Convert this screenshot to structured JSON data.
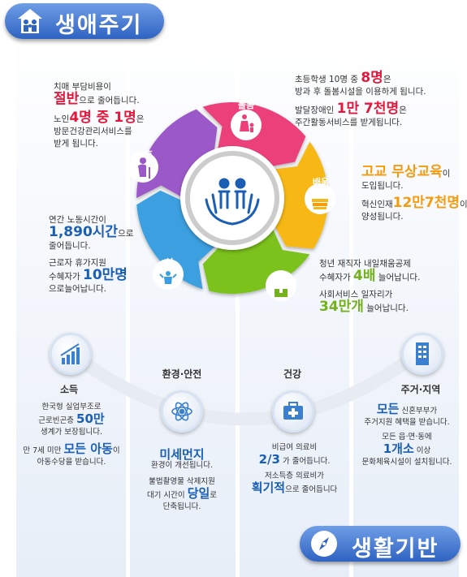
{
  "header": {
    "title": "생애주기"
  },
  "footer": {
    "title": "생활기반"
  },
  "cycle": {
    "segments": [
      {
        "label": "돌봄",
        "color": "#ec407a"
      },
      {
        "label": "배움",
        "color": "#f7b813"
      },
      {
        "label": "일",
        "color": "#7cc21e"
      },
      {
        "label": "쉼",
        "color": "#3a9fe0"
      },
      {
        "label": "노후",
        "color": "#9b59c8"
      }
    ]
  },
  "care": {
    "l1a": "초등학생 10명 중 ",
    "l1b": "8명",
    "l1c": "은",
    "l2": "방과 후 돌봄시설을 이용하게 됩니다.",
    "l3a": "발달장애인 ",
    "l3b": "1만 7천명",
    "l3c": "은",
    "l4": "주간활동서비스를 받게됩니다."
  },
  "elder": {
    "l1": "치매 부담비용이",
    "l2a": "절반",
    "l2b": "으로 줄어듭니다.",
    "l3a": "노인",
    "l3b": "4명 중 1명",
    "l3c": "은",
    "l4": "방문건강관리서비스를",
    "l5": "받게 됩니다."
  },
  "learn": {
    "l1a": "고교 무상교육",
    "l1b": "이",
    "l2": "도입됩니다.",
    "l3a": "혁신인재",
    "l3b": "12만7천명",
    "l3c": "이",
    "l4": "양성됩니다."
  },
  "rest": {
    "l1": "연간 노동시간이",
    "l2a": "1,890시간",
    "l2b": "으로",
    "l3": "줄어듭니다.",
    "l4": "근로자 휴가지원",
    "l5a": "수혜자가 ",
    "l5b": "10만명",
    "l6": "으로늘어납니다."
  },
  "work": {
    "l1": "청년 재직자 내일채움공제",
    "l2a": "수혜자가 ",
    "l2b": "4배",
    "l2c": " 늘어납니다.",
    "l3": "사회서비스 일자리가",
    "l4a": "34만개",
    "l4b": " 늘어납니다."
  },
  "income": {
    "label": "소득",
    "l1": "한국형 실업부조로",
    "l2a": "근로빈곤층 ",
    "l2b": "50만",
    "l3": "생계가 보장됩니다.",
    "l4a": "만 7세 미만 ",
    "l4b": "모든 아동",
    "l4c": "이",
    "l5": "아동수당을 받습니다."
  },
  "env": {
    "label": "환경·안전",
    "l1": "미세먼지",
    "l2": "환경이 개선됩니다.",
    "l3": "불법촬영물 삭제지원",
    "l4a": "대기 시간이 ",
    "l4b": "당일",
    "l4c": "로",
    "l5": "단축됩니다."
  },
  "health": {
    "label": "건강",
    "l1": "비급여 의료비",
    "l2a": "2/3",
    "l2b": " 가 줄어듭니다.",
    "l3": "저소득층 의료비가",
    "l4a": "획기적",
    "l4b": "으로 줄어듭니다"
  },
  "housing": {
    "label": "주거·지역",
    "l1a": "모든",
    "l1b": " 신혼부부가",
    "l2": "주거지원 혜택을 받습니다.",
    "l3": "모든 읍·면·동에",
    "l4a": "1개소",
    "l4b": " 이상",
    "l5": "문화체육시설이 설치됩니다."
  }
}
